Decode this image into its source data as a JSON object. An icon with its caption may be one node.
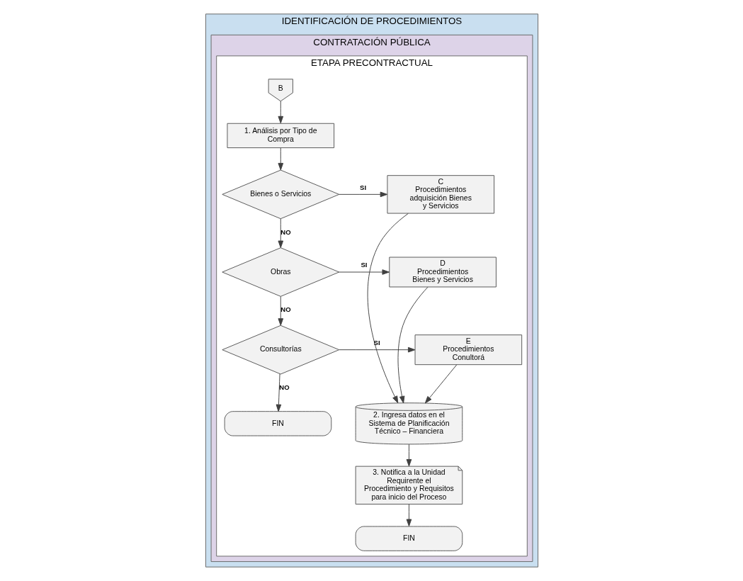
{
  "diagram": {
    "nodes": [
      {
        "text": [
          "IDENTIFICACIÓN DE PROCEDIMIENTOS"
        ]
      },
      {
        "text": [
          "CONTRATACIÓN PÚBLICA"
        ],
        "in": 0
      },
      {
        "text": [
          "ETAPA PRECONTRACTUAL"
        ],
        "in": 1
      },
      {
        "text": [
          "B"
        ],
        "in": 2
      },
      {
        "text": [
          "1. Análisis por Tipo de Compra"
        ],
        "in": 2
      },
      {
        "text": [
          "Bienes o Servicios"
        ],
        "in": 2
      },
      {
        "text": [
          "C",
          "Procedimientos adquisición Bienes y Servicios"
        ],
        "in": 2
      },
      {
        "text": [
          "Obras"
        ],
        "in": 2
      },
      {
        "text": [
          "D",
          "Procedimientos Bienes y Servicios"
        ],
        "in": 2
      },
      {
        "text": [
          "Consultorías"
        ],
        "in": 2
      },
      {
        "text": [
          "E",
          "Procedimientos Conultorá"
        ],
        "in": 2
      },
      {
        "text": [
          "FIN"
        ],
        "in": 2
      },
      {
        "text": [
          "2. Ingresa datos en el Sistema de Planificación Técnico – Financiera"
        ],
        "in": 2
      },
      {
        "text": [
          "3. Notifica a la Unidad Requirente el Procedimiento y Requisitos para inicio del Proceso"
        ],
        "in": 2
      },
      {
        "text": [
          "FIN"
        ],
        "in": 2
      }
    ],
    "edges": [
      {
        "from": 3,
        "to": 4,
        "arrow": "to"
      },
      {
        "from": 4,
        "to": 5,
        "arrow": "to"
      },
      {
        "from": 5,
        "to": 6,
        "arrow": "to",
        "label": "SI"
      },
      {
        "from": 5,
        "to": 7,
        "arrow": "to",
        "label": "NO"
      },
      {
        "from": 7,
        "to": 8,
        "arrow": "to",
        "label": "SI"
      },
      {
        "from": 7,
        "to": 9,
        "arrow": "to",
        "label": "NO"
      },
      {
        "from": 9,
        "to": 10,
        "arrow": "to",
        "label": "SI"
      },
      {
        "from": 9,
        "to": 11,
        "arrow": "to",
        "label": "NO"
      },
      {
        "from": 6,
        "to": 12,
        "arrow": "to"
      },
      {
        "from": 8,
        "to": 12,
        "arrow": "to"
      },
      {
        "from": 10,
        "to": 12,
        "arrow": "to"
      },
      {
        "from": 12,
        "to": 13,
        "arrow": "to"
      },
      {
        "from": 13,
        "to": 14,
        "arrow": "to"
      }
    ]
  }
}
